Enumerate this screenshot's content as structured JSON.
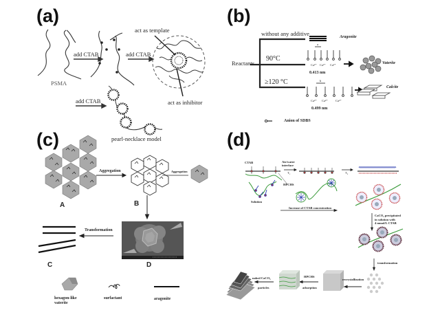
{
  "panels": {
    "a": {
      "label": "(a)",
      "psma": "PSMA",
      "add_ctab_1": "add CTAB",
      "add_ctab_2": "add CTAB",
      "add_ctab_3": "add CTAB",
      "template": "act as template",
      "inhibitor": "act as inhibitor",
      "model": "pearl-necklace model"
    },
    "b": {
      "label": "(b)",
      "reactants": "Reactants",
      "no_additive": "without any additive",
      "temp_90": "90°C",
      "temp_120": "≥120 °C",
      "aragonite": "Aragonite",
      "vaterite": "Vaterite",
      "calcite": "Calcite",
      "dist_a_label": "a",
      "dist_b_label": "b",
      "dist_a": "0.413 nm",
      "dist_b": "0.499 nm",
      "ca_ion": "Ca²⁺",
      "legend": "Anion of SDBS"
    },
    "c": {
      "label": "(c)",
      "aggregation_1": "Aggregation",
      "aggregation_2": "Aggregation",
      "transformation": "Transformation",
      "A": "A",
      "B": "B",
      "C": "C",
      "D": "D",
      "legend_vaterite_1": "hexagon-like",
      "legend_vaterite_2": "vaterite",
      "legend_surfactant": "surfactant",
      "legend_aragonite": "aragonite"
    },
    "d": {
      "label": "(d)",
      "ctab": "CTAB",
      "interface_1": "Air/water",
      "interface_2": "interface",
      "t1": "T₁",
      "t2": "T₂",
      "hpchs_1": "HPCHS",
      "solution": "Solution",
      "increase": "Increase of CTAB concentration",
      "precip_1": "CaCO₃ precipitated",
      "precip_2": "in solution with",
      "precip_3": "4 mmol/L CTAB",
      "transformation": "transformation",
      "recrystallization": "recrystallization",
      "hpchs_2": "HPCHS",
      "adsorption": "adsorption",
      "naked_1": "naked CaCO₃",
      "naked_2": "particles"
    }
  },
  "colors": {
    "line": "#222222",
    "hex_fill": "#a9a9a9",
    "green": "#3a9a3a",
    "blue": "#3040b0",
    "red": "#c03030",
    "sem": "#5a5a5a"
  }
}
